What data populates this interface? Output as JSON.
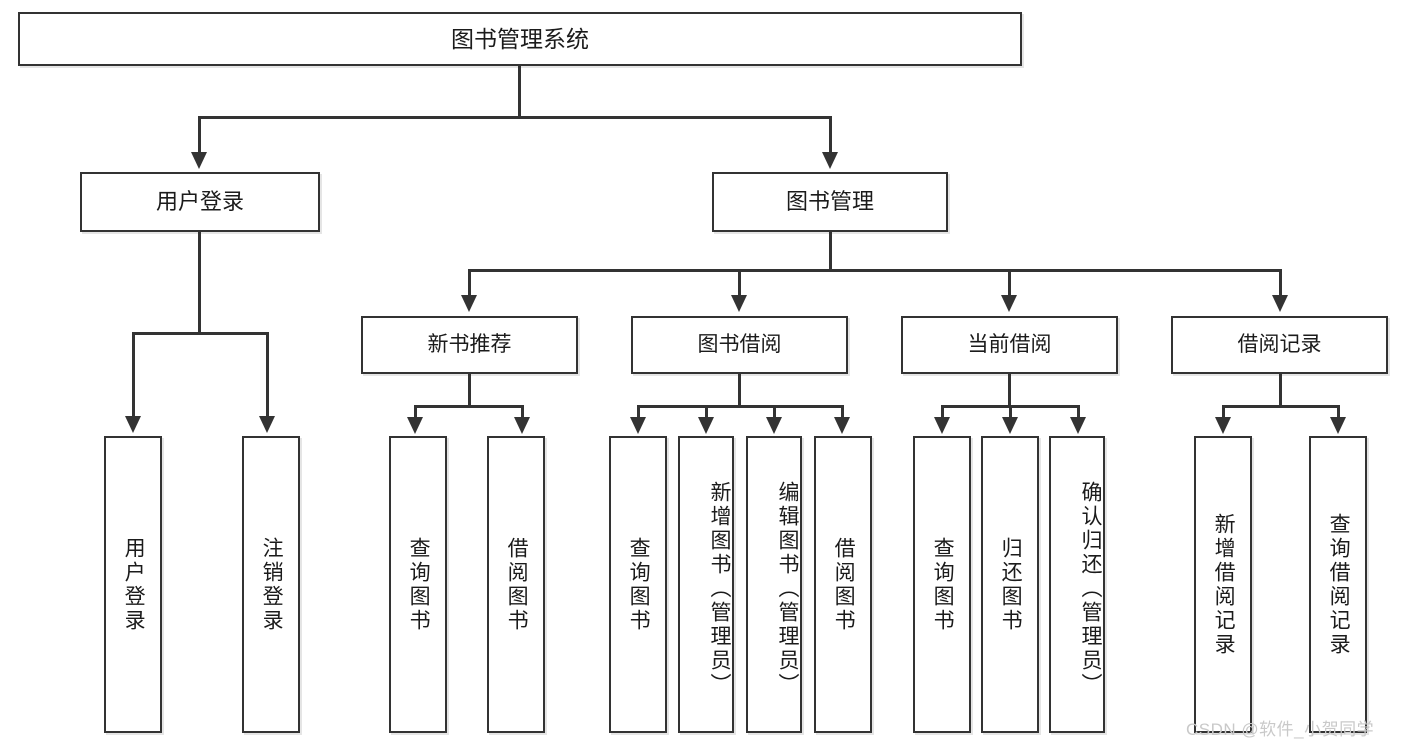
{
  "diagram": {
    "title": "图书管理系统",
    "type": "tree",
    "root": {
      "label": "图书管理系统"
    },
    "level2": [
      {
        "label": "用户登录"
      },
      {
        "label": "图书管理"
      }
    ],
    "level3": [
      {
        "label": "新书推荐"
      },
      {
        "label": "图书借阅"
      },
      {
        "label": "当前借阅"
      },
      {
        "label": "借阅记录"
      }
    ],
    "leaves": {
      "user_login": [
        {
          "label": "用户登录"
        },
        {
          "label": "注销登录"
        }
      ],
      "new_book_recommend": [
        {
          "label": "查询图书"
        },
        {
          "label": "借阅图书"
        }
      ],
      "book_borrow": [
        {
          "label": "查询图书"
        },
        {
          "label": "新增图书（管理员）"
        },
        {
          "label": "编辑图书（管理员）"
        },
        {
          "label": "借阅图书"
        }
      ],
      "current_borrow": [
        {
          "label": "查询图书"
        },
        {
          "label": "归还图书"
        },
        {
          "label": "确认归还（管理员）"
        }
      ],
      "borrow_record": [
        {
          "label": "新增借阅记录"
        },
        {
          "label": "查询借阅记录"
        }
      ]
    }
  },
  "watermark": {
    "text": "CSDN @软件_小贺同学"
  },
  "colors": {
    "stroke": "#333333",
    "fill": "#ffffff",
    "text": "#1b1b1b",
    "watermark": "#c9c9c9"
  }
}
